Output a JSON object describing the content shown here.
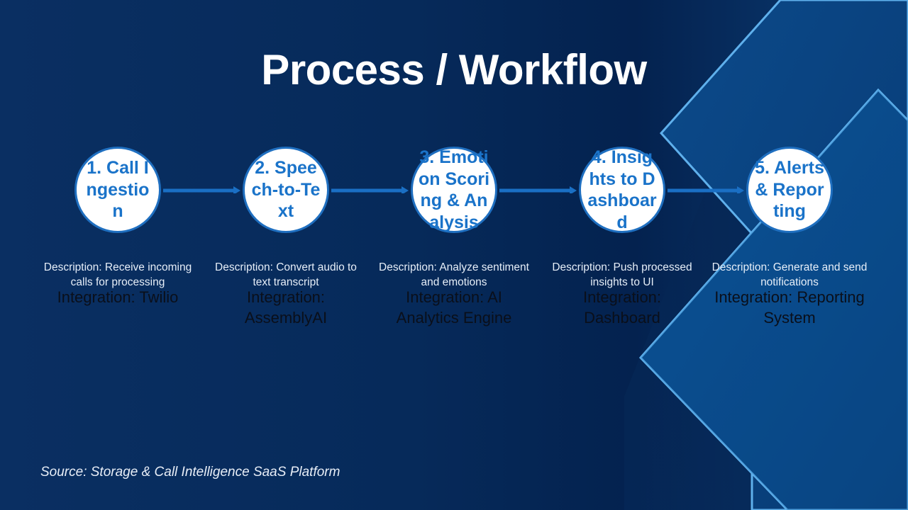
{
  "slide": {
    "title": "Process / Workflow",
    "source": "Source: Storage & Call Intelligence SaaS Platform",
    "colors": {
      "background": "#062a5a",
      "circle_fill": "#ffffff",
      "circle_border": "#1f6fc0",
      "circle_text": "#1a73c9",
      "arrow": "#1a6fc4",
      "deco_line": "#5fb0ec",
      "description_text": "#e6eef8",
      "integration_text": "#0a0f1a"
    }
  },
  "steps": [
    {
      "label": "1. Call Ingestion",
      "description": "Description: Receive incoming calls for processing",
      "integration": "Integration: Twilio"
    },
    {
      "label": "2. Speech-to-Text",
      "description": "Description: Convert audio to text transcript",
      "integration": "Integration: AssemblyAI"
    },
    {
      "label": "3. Emotion Scoring & Analysis",
      "description": "Description: Analyze sentiment and emotions",
      "integration": "Integration: AI Analytics Engine"
    },
    {
      "label": "4. Insights to Dashboard",
      "description": "Description: Push processed insights to UI",
      "integration": "Integration: Dashboard"
    },
    {
      "label": "5. Alerts & Reporting",
      "description": "Description: Generate and send notifications",
      "integration": "Integration: Reporting System"
    }
  ]
}
